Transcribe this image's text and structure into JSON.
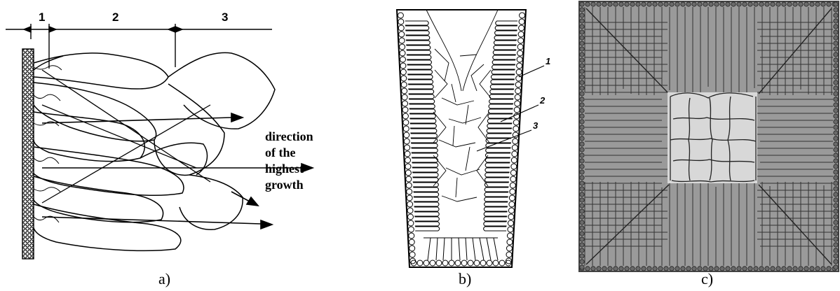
{
  "panel_a": {
    "zone_labels": [
      "1",
      "2",
      "3"
    ],
    "annotation_line1": "direction of the",
    "annotation_line2": "highest growth",
    "caption": "a)"
  },
  "panel_b": {
    "callouts": [
      "1",
      "2",
      "3"
    ],
    "caption": "b)"
  },
  "panel_c": {
    "caption": "c)"
  },
  "colors": {
    "ink": "#000000",
    "grain_gray": "#9a9a9a",
    "center_gray": "#d8d8d8",
    "border_dark": "#5a5a5a"
  }
}
